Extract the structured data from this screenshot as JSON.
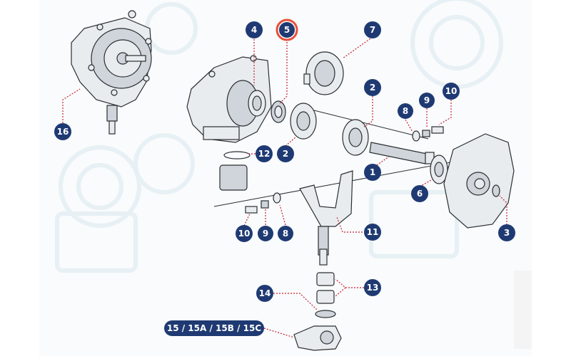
{
  "diagram": {
    "colors": {
      "callout_fill": "#1f3a73",
      "callout_highlight_ring": "#e8503a",
      "leader_line": "#c8202f",
      "part_fill": "#e9ecef",
      "part_fill_alt": "#cfd5da",
      "part_stroke": "#2b2f33",
      "background_tint": "#d4e4ec",
      "page_border": "#ececec"
    },
    "callouts": [
      {
        "id": "c4",
        "label": "4",
        "highlight": false
      },
      {
        "id": "c5",
        "label": "5",
        "highlight": true
      },
      {
        "id": "c7",
        "label": "7",
        "highlight": false
      },
      {
        "id": "c2a",
        "label": "2",
        "highlight": false
      },
      {
        "id": "c9a",
        "label": "9",
        "highlight": false
      },
      {
        "id": "c10a",
        "label": "10",
        "highlight": false
      },
      {
        "id": "c8a",
        "label": "8",
        "highlight": false
      },
      {
        "id": "c16",
        "label": "16",
        "highlight": false
      },
      {
        "id": "c12",
        "label": "12",
        "highlight": false
      },
      {
        "id": "c2b",
        "label": "2",
        "highlight": false
      },
      {
        "id": "c1",
        "label": "1",
        "highlight": false
      },
      {
        "id": "c6",
        "label": "6",
        "highlight": false
      },
      {
        "id": "c3",
        "label": "3",
        "highlight": false
      },
      {
        "id": "c10b",
        "label": "10",
        "highlight": false
      },
      {
        "id": "c9b",
        "label": "9",
        "highlight": false
      },
      {
        "id": "c8b",
        "label": "8",
        "highlight": false
      },
      {
        "id": "c11",
        "label": "11",
        "highlight": false
      },
      {
        "id": "c13",
        "label": "13",
        "highlight": false
      },
      {
        "id": "c14",
        "label": "14",
        "highlight": false
      }
    ],
    "banner": {
      "label": "15 / 15A / 15B / 15C"
    }
  }
}
